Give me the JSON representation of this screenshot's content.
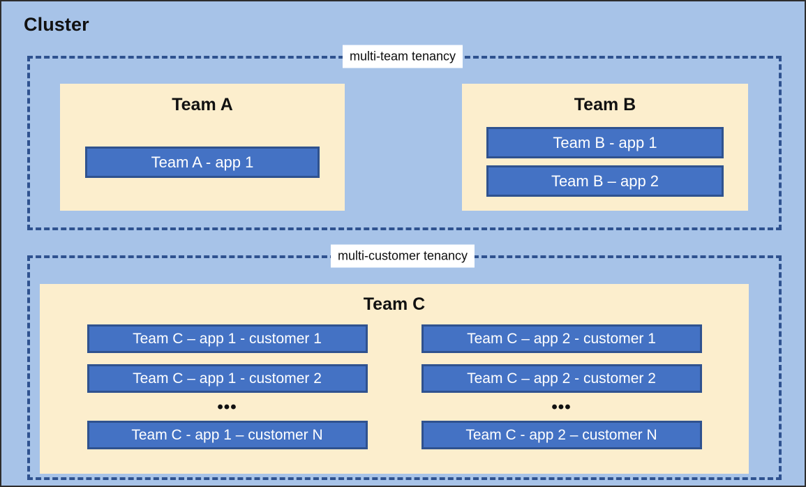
{
  "diagram": {
    "title": "Cluster",
    "colors": {
      "background": "#a7c3e8",
      "team_panel": "#fceecd",
      "app_box_fill": "#4472c4",
      "app_box_border": "#2f528f",
      "dashed_frame": "#2f528f",
      "caption_chip": "#ffffff",
      "text_dark": "#111111",
      "text_light": "#ffffff"
    }
  },
  "frames": {
    "multi_team": {
      "caption": "multi-team tenancy"
    },
    "multi_customer": {
      "caption": "multi-customer tenancy"
    }
  },
  "teams": {
    "a": {
      "heading": "Team A",
      "apps": [
        {
          "label": "Team A - app 1"
        }
      ]
    },
    "b": {
      "heading": "Team B",
      "apps": [
        {
          "label": "Team B - app 1"
        },
        {
          "label": "Team B – app 2"
        }
      ]
    },
    "c": {
      "heading": "Team C",
      "ellipsis": "•••",
      "columns": [
        {
          "apps": [
            {
              "label": "Team C – app 1 - customer 1"
            },
            {
              "label": "Team C – app 1 - customer 2"
            },
            {
              "label": "Team C - app 1 – customer N"
            }
          ]
        },
        {
          "apps": [
            {
              "label": "Team C – app 2 - customer 1"
            },
            {
              "label": "Team C – app 2 - customer 2"
            },
            {
              "label": "Team C - app 2 – customer N"
            }
          ]
        }
      ]
    }
  }
}
